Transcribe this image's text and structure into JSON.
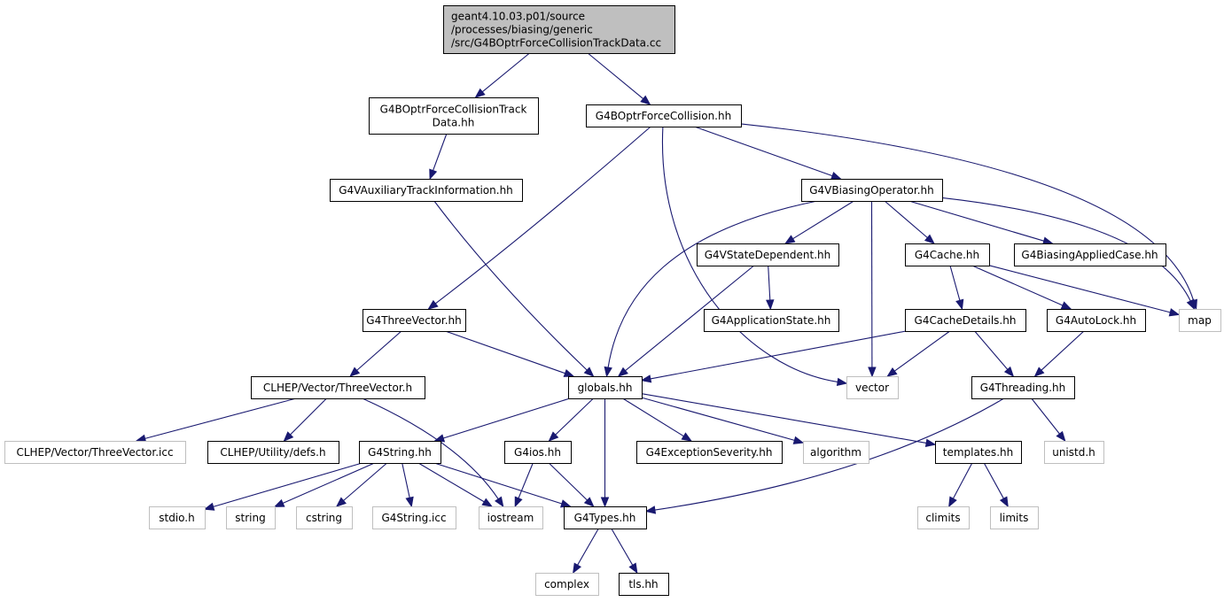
{
  "colors": {
    "edge": "#191970",
    "root_fill": "#bfbfbf",
    "documented_border": "#000000",
    "external_border": "#bfbfbf",
    "text": "#000000"
  },
  "nodes": [
    {
      "id": "root",
      "lines": [
        "geant4.10.03.p01/source",
        "/processes/biasing/generic",
        "/src/G4BOptrForceCollisionTrackData.cc"
      ],
      "kind": "root"
    },
    {
      "id": "trackdata_hh",
      "lines": [
        "G4BOptrForceCollisionTrack",
        "Data.hh"
      ],
      "kind": "doc"
    },
    {
      "id": "forcecollision_hh",
      "lines": [
        "G4BOptrForceCollision.hh"
      ],
      "kind": "doc"
    },
    {
      "id": "auxtrackinfo_hh",
      "lines": [
        "G4VAuxiliaryTrackInformation.hh"
      ],
      "kind": "doc"
    },
    {
      "id": "biasingoperator_hh",
      "lines": [
        "G4VBiasingOperator.hh"
      ],
      "kind": "doc"
    },
    {
      "id": "statedependent_hh",
      "lines": [
        "G4VStateDependent.hh"
      ],
      "kind": "doc"
    },
    {
      "id": "cache_hh",
      "lines": [
        "G4Cache.hh"
      ],
      "kind": "doc"
    },
    {
      "id": "biasingappliedcase_hh",
      "lines": [
        "G4BiasingAppliedCase.hh"
      ],
      "kind": "doc"
    },
    {
      "id": "map",
      "lines": [
        "map"
      ],
      "kind": "ext"
    },
    {
      "id": "threevector_hh",
      "lines": [
        "G4ThreeVector.hh"
      ],
      "kind": "doc"
    },
    {
      "id": "applicationstate_hh",
      "lines": [
        "G4ApplicationState.hh"
      ],
      "kind": "doc"
    },
    {
      "id": "cachedetails_hh",
      "lines": [
        "G4CacheDetails.hh"
      ],
      "kind": "doc"
    },
    {
      "id": "autolock_hh",
      "lines": [
        "G4AutoLock.hh"
      ],
      "kind": "doc"
    },
    {
      "id": "clhep_threevector_h",
      "lines": [
        "CLHEP/Vector/ThreeVector.h"
      ],
      "kind": "doc"
    },
    {
      "id": "globals_hh",
      "lines": [
        "globals.hh"
      ],
      "kind": "doc"
    },
    {
      "id": "vector",
      "lines": [
        "vector"
      ],
      "kind": "ext"
    },
    {
      "id": "threading_hh",
      "lines": [
        "G4Threading.hh"
      ],
      "kind": "doc"
    },
    {
      "id": "clhep_threevector_icc",
      "lines": [
        "CLHEP/Vector/ThreeVector.icc"
      ],
      "kind": "ext"
    },
    {
      "id": "clhep_defs_h",
      "lines": [
        "CLHEP/Utility/defs.h"
      ],
      "kind": "doc"
    },
    {
      "id": "g4string_hh",
      "lines": [
        "G4String.hh"
      ],
      "kind": "doc"
    },
    {
      "id": "g4ios_hh",
      "lines": [
        "G4ios.hh"
      ],
      "kind": "doc"
    },
    {
      "id": "exceptionseverity_hh",
      "lines": [
        "G4ExceptionSeverity.hh"
      ],
      "kind": "doc"
    },
    {
      "id": "algorithm",
      "lines": [
        "algorithm"
      ],
      "kind": "ext"
    },
    {
      "id": "templates_hh",
      "lines": [
        "templates.hh"
      ],
      "kind": "doc"
    },
    {
      "id": "unistd_h",
      "lines": [
        "unistd.h"
      ],
      "kind": "ext"
    },
    {
      "id": "stdio_h",
      "lines": [
        "stdio.h"
      ],
      "kind": "ext"
    },
    {
      "id": "string",
      "lines": [
        "string"
      ],
      "kind": "ext"
    },
    {
      "id": "cstring",
      "lines": [
        "cstring"
      ],
      "kind": "ext"
    },
    {
      "id": "g4string_icc",
      "lines": [
        "G4String.icc"
      ],
      "kind": "ext"
    },
    {
      "id": "iostream",
      "lines": [
        "iostream"
      ],
      "kind": "ext"
    },
    {
      "id": "g4types_hh",
      "lines": [
        "G4Types.hh"
      ],
      "kind": "doc"
    },
    {
      "id": "climits",
      "lines": [
        "climits"
      ],
      "kind": "ext"
    },
    {
      "id": "limits",
      "lines": [
        "limits"
      ],
      "kind": "ext"
    },
    {
      "id": "complex",
      "lines": [
        "complex"
      ],
      "kind": "ext"
    },
    {
      "id": "tls_hh",
      "lines": [
        "tls.hh"
      ],
      "kind": "doc"
    }
  ],
  "edges": [
    [
      "root",
      "trackdata_hh"
    ],
    [
      "root",
      "forcecollision_hh"
    ],
    [
      "trackdata_hh",
      "auxtrackinfo_hh"
    ],
    [
      "auxtrackinfo_hh",
      "globals_hh"
    ],
    [
      "forcecollision_hh",
      "biasingoperator_hh"
    ],
    [
      "forcecollision_hh",
      "map"
    ],
    [
      "forcecollision_hh",
      "threevector_hh"
    ],
    [
      "forcecollision_hh",
      "vector"
    ],
    [
      "biasingoperator_hh",
      "globals_hh"
    ],
    [
      "biasingoperator_hh",
      "statedependent_hh"
    ],
    [
      "biasingoperator_hh",
      "vector"
    ],
    [
      "biasingoperator_hh",
      "cache_hh"
    ],
    [
      "biasingoperator_hh",
      "biasingappliedcase_hh"
    ],
    [
      "biasingoperator_hh",
      "map"
    ],
    [
      "statedependent_hh",
      "globals_hh"
    ],
    [
      "statedependent_hh",
      "applicationstate_hh"
    ],
    [
      "cache_hh",
      "cachedetails_hh"
    ],
    [
      "cache_hh",
      "autolock_hh"
    ],
    [
      "cache_hh",
      "map"
    ],
    [
      "cachedetails_hh",
      "globals_hh"
    ],
    [
      "cachedetails_hh",
      "vector"
    ],
    [
      "cachedetails_hh",
      "threading_hh"
    ],
    [
      "autolock_hh",
      "threading_hh"
    ],
    [
      "threevector_hh",
      "clhep_threevector_h"
    ],
    [
      "threevector_hh",
      "globals_hh"
    ],
    [
      "clhep_threevector_h",
      "clhep_threevector_icc"
    ],
    [
      "clhep_threevector_h",
      "clhep_defs_h"
    ],
    [
      "clhep_threevector_h",
      "iostream"
    ],
    [
      "globals_hh",
      "g4string_hh"
    ],
    [
      "globals_hh",
      "g4ios_hh"
    ],
    [
      "globals_hh",
      "g4types_hh"
    ],
    [
      "globals_hh",
      "exceptionseverity_hh"
    ],
    [
      "globals_hh",
      "algorithm"
    ],
    [
      "globals_hh",
      "templates_hh"
    ],
    [
      "threading_hh",
      "g4types_hh"
    ],
    [
      "threading_hh",
      "unistd_h"
    ],
    [
      "g4string_hh",
      "stdio_h"
    ],
    [
      "g4string_hh",
      "string"
    ],
    [
      "g4string_hh",
      "cstring"
    ],
    [
      "g4string_hh",
      "g4string_icc"
    ],
    [
      "g4string_hh",
      "iostream"
    ],
    [
      "g4string_hh",
      "g4types_hh"
    ],
    [
      "g4ios_hh",
      "iostream"
    ],
    [
      "g4ios_hh",
      "g4types_hh"
    ],
    [
      "templates_hh",
      "climits"
    ],
    [
      "templates_hh",
      "limits"
    ],
    [
      "g4types_hh",
      "complex"
    ],
    [
      "g4types_hh",
      "tls_hh"
    ]
  ]
}
